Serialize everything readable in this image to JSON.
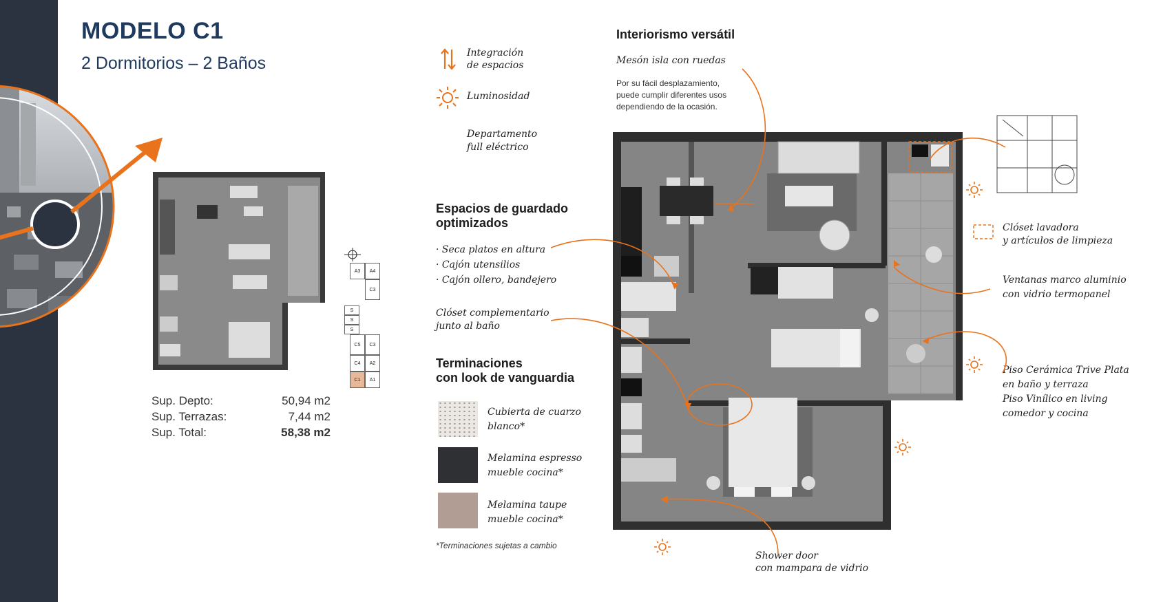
{
  "header": {
    "title": "MODELO C1",
    "subtitle": "2 Dormitorios – 2 Baños"
  },
  "surfaces": [
    {
      "label": "Sup. Depto:",
      "value": "50,94 m2"
    },
    {
      "label": "Sup. Terrazas:",
      "value": "7,44 m2"
    },
    {
      "label": "Sup. Total:",
      "value": "58,38 m2"
    }
  ],
  "building_map": {
    "units": [
      "A3",
      "A4",
      "C3",
      "S",
      "S",
      "S",
      "C5",
      "C3",
      "C4",
      "A2",
      "A1",
      "C1"
    ],
    "highlight": "C1",
    "highlight_color": "#e8b89a"
  },
  "legend": {
    "integracion": "Integración\nde espacios",
    "luminosidad": "Luminosidad",
    "full_electrico": "Departamento\nfull eléctrico"
  },
  "interiorismo": {
    "title": "Interiorismo versátil",
    "subtitle": "Mesón isla con ruedas",
    "description": "Por su fácil desplazamiento,\npuede cumplir diferentes usos\ndependiendo de la ocasión."
  },
  "guardado": {
    "title": "Espacios de guardado\noptimizados",
    "items": [
      "· Seca platos en altura",
      "· Cajón utensilios",
      "· Cajón ollero, bandejero"
    ]
  },
  "closet_complementario": "Clóset complementario\njunto al baño",
  "terminaciones": {
    "title": "Terminaciones\ncon look de vanguardia",
    "items": [
      {
        "label": "Cubierta de cuarzo\nblanco*",
        "color": "#ebe7e2"
      },
      {
        "label": "Melamina espresso\nmueble cocina*",
        "color": "#2e3033"
      },
      {
        "label": "Melamina taupe\nmueble cocina*",
        "color": "#b19d93"
      }
    ],
    "note": "*Terminaciones sujetas a cambio"
  },
  "annotations": {
    "closet_lavadora": "Clóset lavadora\ny artículos de limpieza",
    "ventanas": "Ventanas marco aluminio\ncon vidrio termopanel",
    "piso": "Piso Cerámica Trive Plata\nen baño y terraza\nPiso Vinílico en living\ncomedor y cocina",
    "shower": "Shower door\ncon mampara de vidrio"
  },
  "colors": {
    "accent": "#e8731c",
    "navy": "#1f3a5f",
    "band": "#2b3340"
  }
}
